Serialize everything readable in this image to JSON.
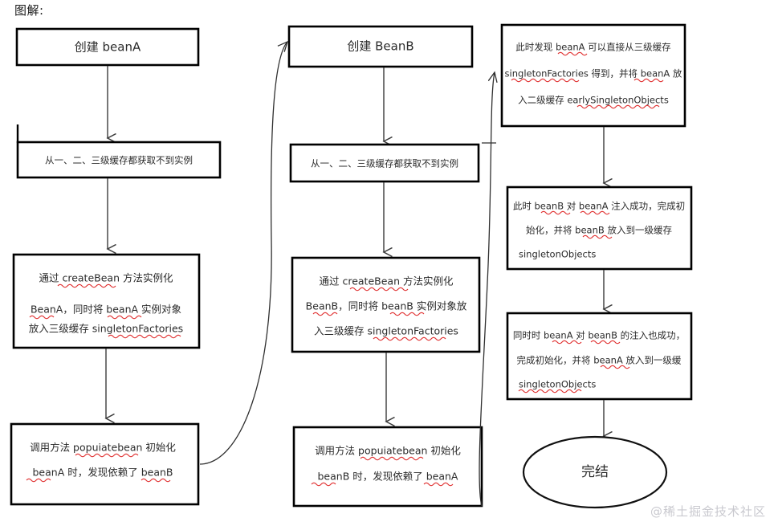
{
  "page": {
    "title": "图解:",
    "watermark": "@稀土掘金技术社区",
    "background": "#ffffff",
    "border_color": "#000000",
    "text_color": "#2b2b2b",
    "spellcheck_underline_color": "#e03131"
  },
  "chart_data": {
    "type": "diagram",
    "title": "图解:",
    "diagram_kind": "flowchart",
    "columns": 3,
    "nodes": [
      {
        "id": "a1",
        "column": 1,
        "shape": "rect",
        "lines": [
          "创建 beanA"
        ],
        "style": "heading"
      },
      {
        "id": "a2",
        "column": 1,
        "shape": "rect",
        "lines": [
          "从一、二、三级缓存都获取不到实例"
        ],
        "style": "small"
      },
      {
        "id": "a3",
        "column": 1,
        "shape": "rect",
        "lines": [
          "通过 createBean 方法实例化",
          "BeanA，同时将 beanA 实例对象",
          "放入三级缓存 singletonFactories"
        ],
        "style": "body"
      },
      {
        "id": "a4",
        "column": 1,
        "shape": "rect",
        "lines": [
          "调用方法 popuiatebean 初始化",
          "beanA 时，发现依赖了 beanB"
        ],
        "style": "body"
      },
      {
        "id": "b1",
        "column": 2,
        "shape": "rect",
        "lines": [
          "创建 BeanB"
        ],
        "style": "heading"
      },
      {
        "id": "b2",
        "column": 2,
        "shape": "rect",
        "lines": [
          "从一、二、三级缓存都获取不到实例"
        ],
        "style": "small"
      },
      {
        "id": "b3",
        "column": 2,
        "shape": "rect",
        "lines": [
          "通过 createBean 方法实例化",
          "BeanB，同时将 beanB 实例对象放",
          "入三级缓存 singletonFactories"
        ],
        "style": "body"
      },
      {
        "id": "b4",
        "column": 2,
        "shape": "rect",
        "lines": [
          "调用方法 popuiatebean 初始化",
          "beanB 时，发现依赖了 beanA"
        ],
        "style": "body"
      },
      {
        "id": "c1",
        "column": 3,
        "shape": "rect",
        "lines": [
          "此时发现 beanA 可以直接从三级缓存",
          "singletonFactories 得到，并将 beanA 放",
          "入二级缓存 earlySingletonObjects"
        ],
        "style": "body-sm"
      },
      {
        "id": "c2",
        "column": 3,
        "shape": "rect",
        "lines": [
          "此时 beanB 对 beanA 注入成功，完成初",
          "始化，并将 beanB 放入到一级缓存",
          "singletonObjects"
        ],
        "style": "body-sm"
      },
      {
        "id": "c3",
        "column": 3,
        "shape": "rect",
        "lines": [
          "同时时 beanA 对 beanB 的注入也成功，",
          "完成初始化，并将 beanA 放入到一级缓",
          "singletonObjects"
        ],
        "style": "body-sm"
      },
      {
        "id": "c4",
        "column": 3,
        "shape": "ellipse",
        "lines": [
          "完结"
        ],
        "style": "end"
      }
    ],
    "edges": [
      {
        "from": "a1",
        "to": "a2",
        "kind": "straight-down"
      },
      {
        "from": "a2",
        "to": "a3",
        "kind": "straight-down"
      },
      {
        "from": "a3",
        "to": "a4",
        "kind": "straight-down"
      },
      {
        "from": "a4",
        "to": "b1",
        "kind": "curve-right-up"
      },
      {
        "from": "b1",
        "to": "b2",
        "kind": "straight-down"
      },
      {
        "from": "b2",
        "to": "b3",
        "kind": "straight-down"
      },
      {
        "from": "b3",
        "to": "b4",
        "kind": "straight-down"
      },
      {
        "from": "b4",
        "to": "c1",
        "kind": "curve-right-up"
      },
      {
        "from": "c1",
        "to": "c2",
        "kind": "straight-down"
      },
      {
        "from": "c2",
        "to": "c3",
        "kind": "straight-down"
      },
      {
        "from": "c3",
        "to": "c4",
        "kind": "straight-down"
      }
    ]
  }
}
